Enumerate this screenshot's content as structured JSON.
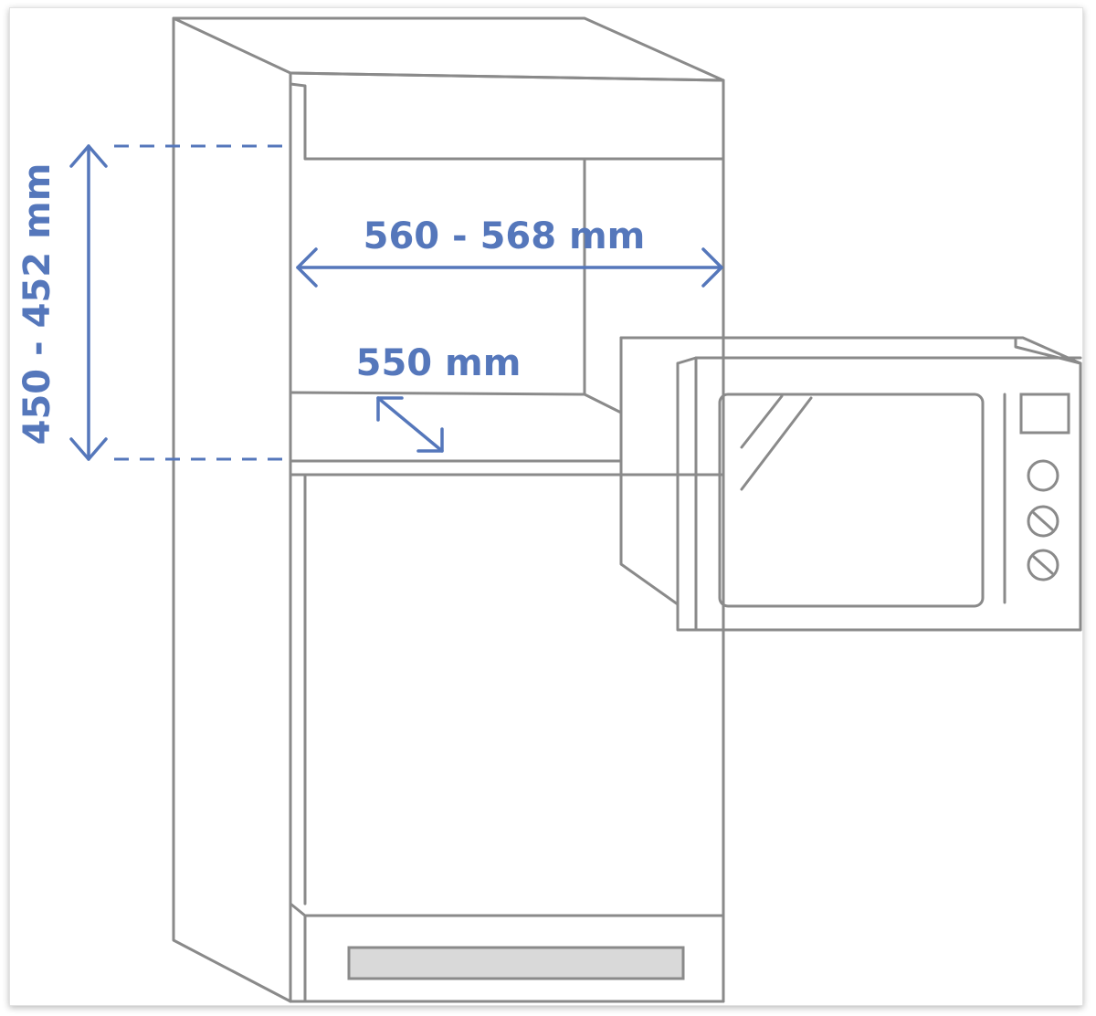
{
  "dimensions": {
    "height_label": "450 - 452 mm",
    "width_label": "560 - 568 mm",
    "depth_label": "550 mm"
  },
  "colors": {
    "dimension": "#5577bb",
    "outline": "#8a8a8a",
    "panel": "#d9d9d9"
  }
}
